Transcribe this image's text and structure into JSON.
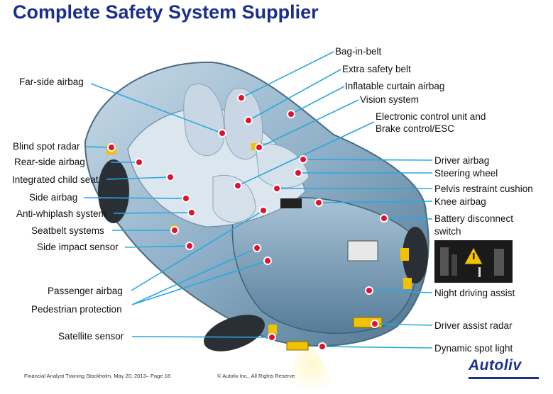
{
  "title": "Complete Safety System Supplier",
  "labels": {
    "bag_in_belt": "Bag-in-belt",
    "extra_safety_belt": "Extra safety belt",
    "inflatable_curtain_airbag": "Inflatable curtain airbag",
    "vision_system": "Vision system",
    "ecu_line1": "Electronic control unit and",
    "ecu_line2": "Brake control/ESC",
    "far_side_airbag": "Far-side airbag",
    "blind_spot_radar": "Blind spot radar",
    "rear_side_airbag": "Rear-side airbag",
    "integrated_child_seat": "Integrated child seat",
    "side_airbag": "Side airbag",
    "anti_whiplash_system": "Anti-whiplash system",
    "seatbelt_systems": "Seatbelt systems",
    "side_impact_sensor": "Side impact sensor",
    "passenger_airbag": "Passenger airbag",
    "pedestrian_protection": "Pedestrian protection",
    "satellite_sensor": "Satellite sensor",
    "driver_airbag": "Driver airbag",
    "steering_wheel": "Steering wheel",
    "pelvis_restraint_cushion": "Pelvis restraint cushion",
    "knee_airbag": "Knee airbag",
    "battery_disconnect_line1": "Battery disconnect",
    "battery_disconnect_line2": "switch",
    "night_driving_assist": "Night driving assist",
    "driver_assist_radar": "Driver assist radar",
    "dynamic_spot_light": "Dynamic spot light"
  },
  "footer": "Financial Analyst Training Stockholm, May 20, 2013– Page 18",
  "copyright": "© Autoliv Inc., All Rights Reserve",
  "logo": "Autoliv",
  "colors": {
    "title": "#1b2f8c",
    "leader_line": "#29a8e0",
    "marker": "#e0122f",
    "car_body": "#7fa3bf",
    "logo": "#1b2f8c"
  }
}
